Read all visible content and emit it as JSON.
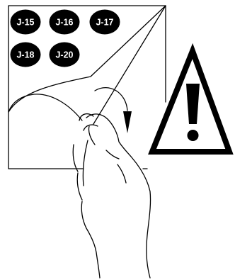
{
  "labels": [
    "J-15",
    "J-16",
    "J-17",
    "J-18",
    "J-20"
  ],
  "colors": {
    "ink": "#000000",
    "paper": "#ffffff"
  },
  "icons": {
    "warning": "warning-icon",
    "arrow": "curved-arrow-icon"
  }
}
